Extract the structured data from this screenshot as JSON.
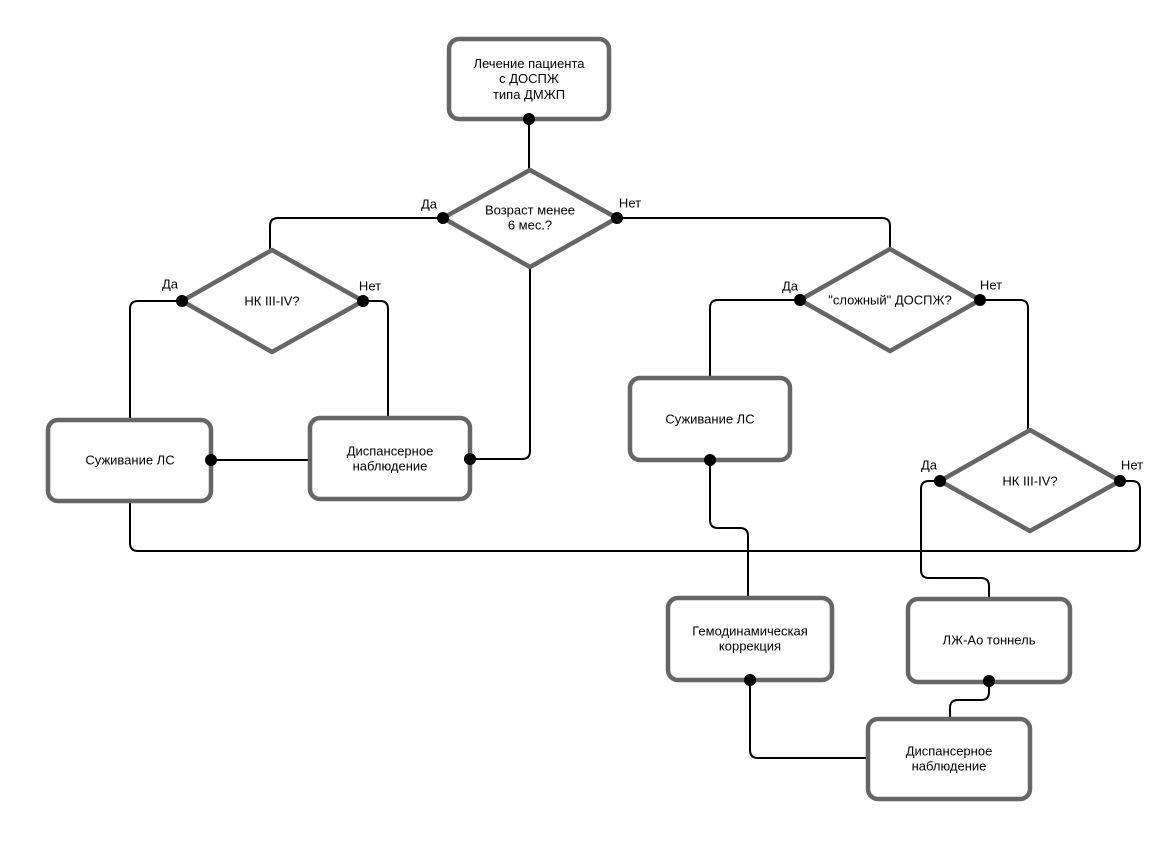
{
  "diagram": {
    "nodes": {
      "start": {
        "label": "Лечение пациента\nс ДОСПЖ\nтипа ДМЖП"
      },
      "age_decision": {
        "label": "Возраст менее\n6 мес.?"
      },
      "nk_left_decision": {
        "label": "НК III-IV?"
      },
      "banding_left": {
        "label": "Суживание ЛС"
      },
      "followup_mid": {
        "label": "Диспансерное\nнаблюдение"
      },
      "complex_decision": {
        "label": "\"сложный\" ДОСПЖ?"
      },
      "banding_right": {
        "label": "Суживание ЛС"
      },
      "nk_right_decision": {
        "label": "НК III-IV?"
      },
      "hemodynamic": {
        "label": "Гемодинамическая\nкоррекция"
      },
      "lv_ao_tunnel": {
        "label": "ЛЖ-Ао тоннель"
      },
      "followup_bottom": {
        "label": "Диспансерное\nнаблюдение"
      }
    },
    "edge_labels": {
      "age_yes": "Да",
      "age_no": "Нет",
      "nk_left_yes": "Да",
      "nk_left_no": "Нет",
      "complex_yes": "Да",
      "complex_no": "Нет",
      "nk_right_yes": "Да",
      "nk_right_no": "Нет"
    },
    "colors": {
      "shape_border": "#666666",
      "edge": "#000000",
      "background": "#ffffff",
      "text": "#000000"
    }
  }
}
